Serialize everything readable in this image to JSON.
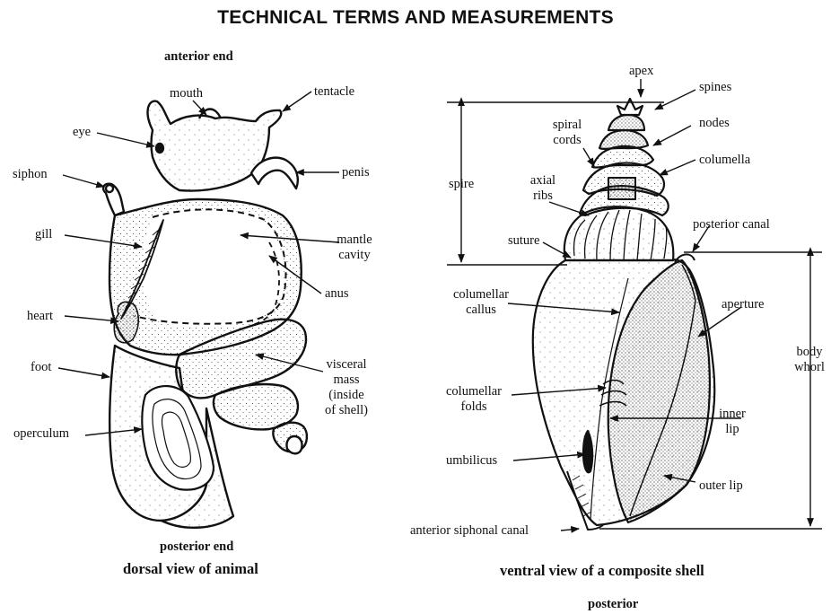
{
  "title": "TECHNICAL TERMS AND MEASUREMENTS",
  "left_figure": {
    "top_label": "anterior end",
    "bottom_label": "posterior end",
    "caption": "dorsal view of animal",
    "labels": {
      "mouth": "mouth",
      "tentacle": "tentacle",
      "eye": "eye",
      "siphon": "siphon",
      "penis": "penis",
      "gill": "gill",
      "mantle_cavity_1": "mantle",
      "mantle_cavity_2": "cavity",
      "anus": "anus",
      "heart": "heart",
      "foot": "foot",
      "visceral_1": "visceral",
      "visceral_2": "mass",
      "visceral_3": "(inside",
      "visceral_4": "of shell)",
      "operculum": "operculum"
    }
  },
  "right_figure": {
    "caption": "ventral view of a composite shell",
    "bottom_label": "posterior",
    "labels": {
      "apex": "apex",
      "spines": "spines",
      "nodes": "nodes",
      "spiral_cords_1": "spiral",
      "spiral_cords_2": "cords",
      "columella": "columella",
      "axial_ribs_1": "axial",
      "axial_ribs_2": "ribs",
      "spire": "spire",
      "posterior_canal": "posterior canal",
      "suture": "suture",
      "columellar_callus_1": "columellar",
      "columellar_callus_2": "callus",
      "aperture": "aperture",
      "body_whorl_1": "body",
      "body_whorl_2": "whorl",
      "columellar_folds_1": "columellar",
      "columellar_folds_2": "folds",
      "inner_lip_1": "inner",
      "inner_lip_2": "lip",
      "umbilicus": "umbilicus",
      "outer_lip": "outer lip",
      "anterior_siphonal_canal": "anterior siphonal canal"
    }
  }
}
